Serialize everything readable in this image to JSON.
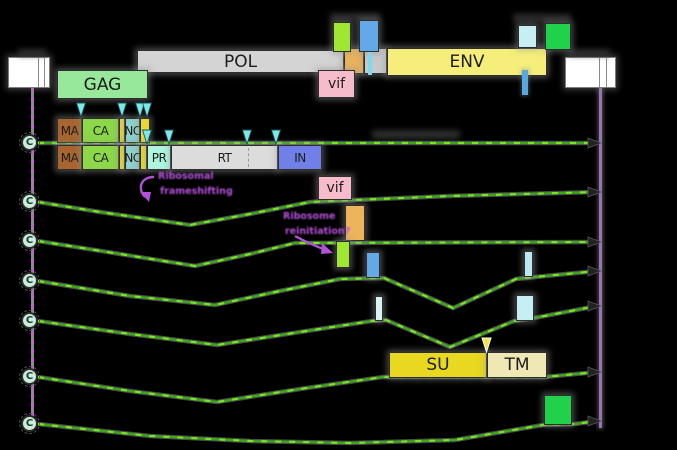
{
  "title": "retrovirus-genome-and-transcripts-map",
  "colors": {
    "background": "#000000",
    "mrna_green": "#3fa51e",
    "mrna_dash": "#77e81f",
    "annotation_purple": "#b351d8",
    "gag_green": "#98e89b",
    "pol_gray": "#d4d4d4",
    "env_yellow": "#f5ee7a",
    "vif_pink": "#f6bccb",
    "su_yellow": "#e8d820",
    "tm_khaki": "#efe8b4"
  },
  "genome": {
    "gag_label": "GAG",
    "pol_label": "POL",
    "env_label": "ENV",
    "vif_label": "vif"
  },
  "polyprotein": {
    "gag_row": {
      "ma": "MA",
      "ca": "CA",
      "nc": "NC"
    },
    "gagpol_row": {
      "ma": "MA",
      "ca": "CA",
      "nc": "NC",
      "pr": "PR",
      "rt": "RT",
      "in": "IN"
    }
  },
  "mrnas": {
    "count": 7,
    "cap_label": "C",
    "vif_mrna_label": "vif",
    "env_row": {
      "su": "SU",
      "tm": "TM"
    }
  },
  "annotations": {
    "frameshift": {
      "line1": "Ribosomal",
      "line2": "frameshifting"
    },
    "reinitiation": {
      "line1": "Ribosome",
      "line2": "reinitiation?"
    }
  }
}
